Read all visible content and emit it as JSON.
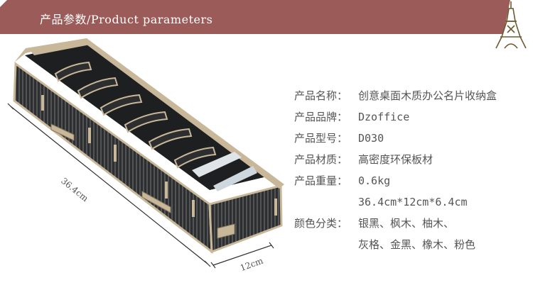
{
  "banner": {
    "title": "产品参数/Product parameters"
  },
  "specs": [
    {
      "label": "产品名称：",
      "value": "创意桌面木质办公名片收纳盒"
    },
    {
      "label": "产品品牌：",
      "value": "Dzoffice"
    },
    {
      "label": "产品型号：",
      "value": "D030"
    },
    {
      "label": "产品材质：",
      "value": "高密度环保板材"
    },
    {
      "label": "产品重量：",
      "value": "0.6kg"
    },
    {
      "label": "",
      "value": "36.4cm*12cm*6.4cm"
    },
    {
      "label": "颜色分类：",
      "value": "银黑、枫木、柚木、"
    },
    {
      "label": "",
      "value": "灰格、金黑、橡木、粉色"
    }
  ],
  "dimensions": {
    "length": "36.4cm",
    "width": "12cm"
  },
  "colors": {
    "banner": "#9a5b59",
    "text": "#555555",
    "wood_dark": "#2c2e30",
    "wood_edge": "#c9b79a"
  }
}
